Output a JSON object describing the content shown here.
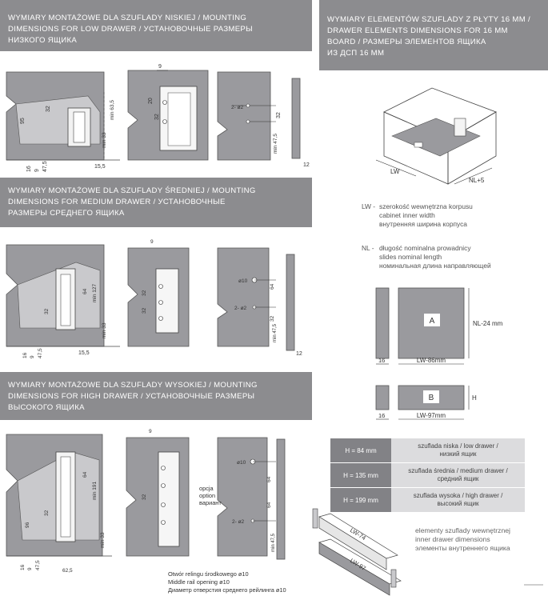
{
  "headers": {
    "low": [
      "WYMIARY MONTAŻOWE DLA SZUFLADY NISKIEJ / MOUNTING",
      "DIMENSIONS FOR LOW DRAWER / УСТАНОВОЧНЫЕ РАЗМЕРЫ",
      "НИЗКОГО ЯЩИКА"
    ],
    "medium": [
      "WYMIARY MONTAŻOWE DLA SZUFLADY ŚREDNIEJ / MOUNTING",
      "DIMENSIONS FOR MEDIUM DRAWER / УСТАНОВОЧНЫЕ",
      "РАЗМЕРЫ СРЕДНЕГО ЯЩИКА"
    ],
    "high": [
      "WYMIARY MONTAŻOWE DLA SZUFLADY WYSOKIEJ / MOUNTING",
      "DIMENSIONS FOR HIGH DRAWER / УСТАНОВОЧНЫЕ РАЗМЕРЫ",
      "ВЫСОКОГО ЯЩИКА"
    ],
    "elements": [
      "WYMIARY ELEMENTÓW SZUFLADY Z PŁYTY 16 MM /",
      "DRAWER ELEMENTS DIMENSIONS FOR 16 MM",
      "BOARD / РАЗМЕРЫ ЭЛЕМЕНТОВ ЯЩИКА",
      "ИЗ ДСП 16 ММ"
    ]
  },
  "low_dims": {
    "d95": "95",
    "d32": "32",
    "dmin635": "min 63,5",
    "dmin33": "min 33",
    "d16": "16",
    "d9": "9",
    "d475": "47,5",
    "d155": "15,5",
    "d9b": "9",
    "d32b": "32",
    "d20": "20",
    "dphi": "2- ø2",
    "d32c": "32",
    "dmin475": "min 47,5",
    "d12": "12"
  },
  "medium_dims": {
    "d64": "64",
    "dmin127": "min 127",
    "d32": "32",
    "dmin33": "min 33",
    "d16": "16",
    "d9": "9",
    "d475": "47,5",
    "d155": "15,5",
    "d9b": "9",
    "d32b": "32",
    "d32c": "32",
    "dphi10": "ø10",
    "dphi2": "2- ø2",
    "d64b": "64",
    "d32d": "32",
    "dmin475": "min 47,5",
    "d12": "12"
  },
  "high_dims": {
    "d64": "64",
    "dmin191": "min 191",
    "d96": "96",
    "d32": "32",
    "dmin33": "min 33",
    "d16": "16",
    "d9": "9",
    "d475": "47,5",
    "d625": "62,5",
    "d9b": "9",
    "d32b": "32",
    "dphi10": "ø10",
    "dphi2": "2- ø2",
    "d64b": "64",
    "d64c": "64",
    "dmin475": "min 47,5"
  },
  "option_note": [
    "opcja",
    "option",
    "вариант"
  ],
  "footnote": [
    "Otwór relingu środkowego  ø10",
    "Middle rail opening  ø10",
    "Диаметр отверстия среднего рейлинга ø10"
  ],
  "iso_labels": {
    "lw": "LW",
    "nl": "NL+5"
  },
  "legend": {
    "lw": {
      "abbr": "LW -",
      "lines": [
        "szerokość wewnętrzna korpusu",
        "cabinet inner width",
        "внутренняя ширина корпуса"
      ]
    },
    "nl": {
      "abbr": "NL -",
      "lines": [
        "długość nominalna prowadnicy",
        "slides nominal length",
        "номинальная длина направляющей"
      ]
    }
  },
  "panel_a": {
    "letter": "A",
    "height": "NL-24 mm",
    "width": "LW-86mm",
    "thick": "16"
  },
  "panel_b": {
    "letter": "B",
    "height": "H",
    "width": "LW-97mm",
    "thick": "16"
  },
  "table": [
    {
      "h": "H = 84 mm",
      "desc": [
        "szuflada niska / low drawer /",
        "низкий ящик"
      ]
    },
    {
      "h": "H = 135 mm",
      "desc": [
        "szuflada średnia / medium drawer /",
        "средний ящик"
      ]
    },
    {
      "h": "H = 199 mm",
      "desc": [
        "szuflada wysoka / high drawer /",
        "высокий ящик"
      ]
    }
  ],
  "inner": {
    "lines": [
      "elementy szuflady wewnętrznej",
      "inner drawer dimensions",
      "элементы внутреннего ящика"
    ],
    "lw74": "LW-74",
    "lw97": "LW-97"
  },
  "colors": {
    "header_bg": "#8c8c8f",
    "panel_fill": "#9a9a9e",
    "table_dark": "#828286",
    "table_light": "#dcdcde"
  }
}
